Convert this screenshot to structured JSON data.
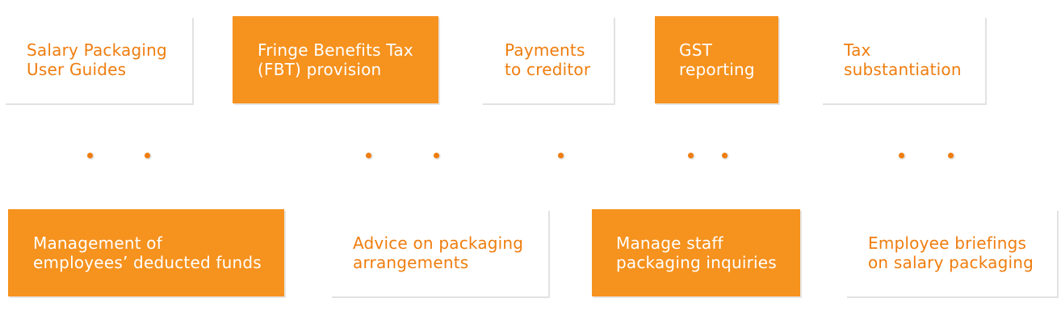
{
  "top_row": [
    {
      "id": "salary-packaging-user-guides",
      "label": "Salary Packaging\nUser Guides",
      "style": "white"
    },
    {
      "id": "fbt-provision",
      "label": "Fringe Benefits Tax\n(FBT) provision",
      "style": "orange"
    },
    {
      "id": "payments-to-creditor",
      "label": "Payments\nto creditor",
      "style": "white"
    },
    {
      "id": "gst-reporting",
      "label": "GST\nreporting",
      "style": "orange"
    },
    {
      "id": "tax-substantiation",
      "label": "Tax\nsubstantiation",
      "style": "white"
    }
  ],
  "bottom_row": [
    {
      "id": "management-deducted-funds",
      "label": "Management of\nemployees’ deducted funds",
      "style": "orange"
    },
    {
      "id": "advice-packaging-arrangements",
      "label": "Advice on packaging\narrangements",
      "style": "white"
    },
    {
      "id": "manage-staff-inquiries",
      "label": "Manage staff\npackaging inquiries",
      "style": "orange"
    },
    {
      "id": "employee-briefings",
      "label": "Employee briefings\non salary packaging",
      "style": "white"
    }
  ],
  "colors": {
    "accent_orange": "#f6921e",
    "text_orange": "#ef7d0f",
    "white": "#ffffff"
  }
}
